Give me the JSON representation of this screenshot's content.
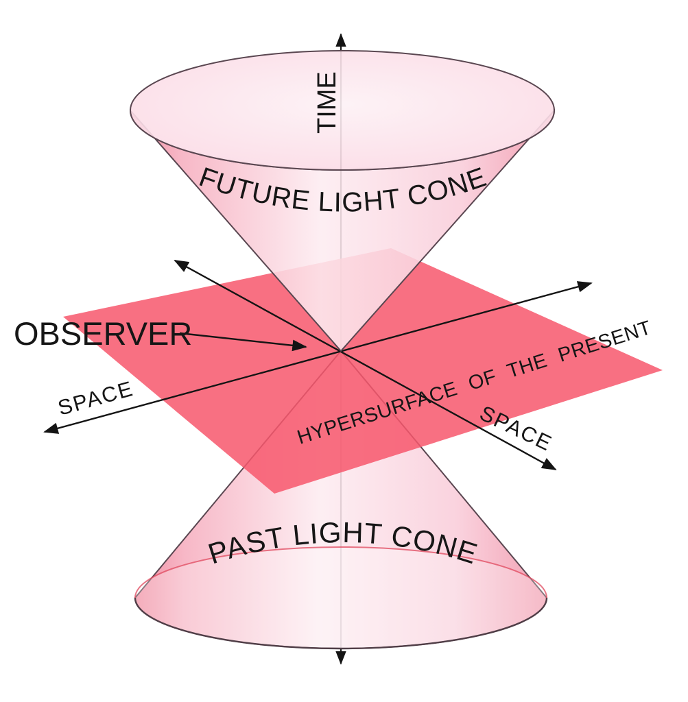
{
  "diagram": {
    "labels": {
      "time_axis": "TIME",
      "future_cone": "FUTURE LIGHT CONE",
      "past_cone": "PAST LIGHT CONE",
      "observer": "OBSERVER",
      "hypersurface": "HYPERSURFACE OF THE PRESENT",
      "space_axis_left": "SPACE",
      "space_axis_right": "SPACE"
    },
    "colors": {
      "background": "#ffffff",
      "hypersurface_plane_red": "#f7576c",
      "cone_edge_pink": "#ef8098",
      "cone_mid_pink": "#f8c3d1",
      "cone_light_pink": "#fdedf2",
      "cone_outline": "#5a4751",
      "past_rim_red": "#e0485e",
      "axis_black": "#141414",
      "text_black": "#161616"
    }
  }
}
